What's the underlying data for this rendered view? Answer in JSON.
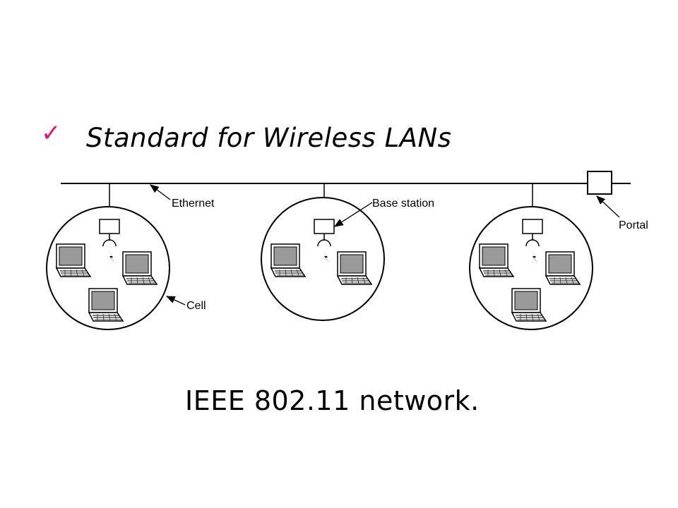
{
  "slide": {
    "bullet_icon": "checkmark-icon",
    "bullet_color": "#e8127c",
    "heading": "Standard for Wireless LANs",
    "caption": "IEEE 802.11 network."
  },
  "diagram": {
    "labels": {
      "ethernet": "Ethernet",
      "base_station": "Base station",
      "portal": "Portal",
      "cell": "Cell"
    },
    "cells": [
      {
        "name": "cell-1",
        "laptops": 3
      },
      {
        "name": "cell-2",
        "laptops": 2
      },
      {
        "name": "cell-3",
        "laptops": 3
      }
    ]
  }
}
